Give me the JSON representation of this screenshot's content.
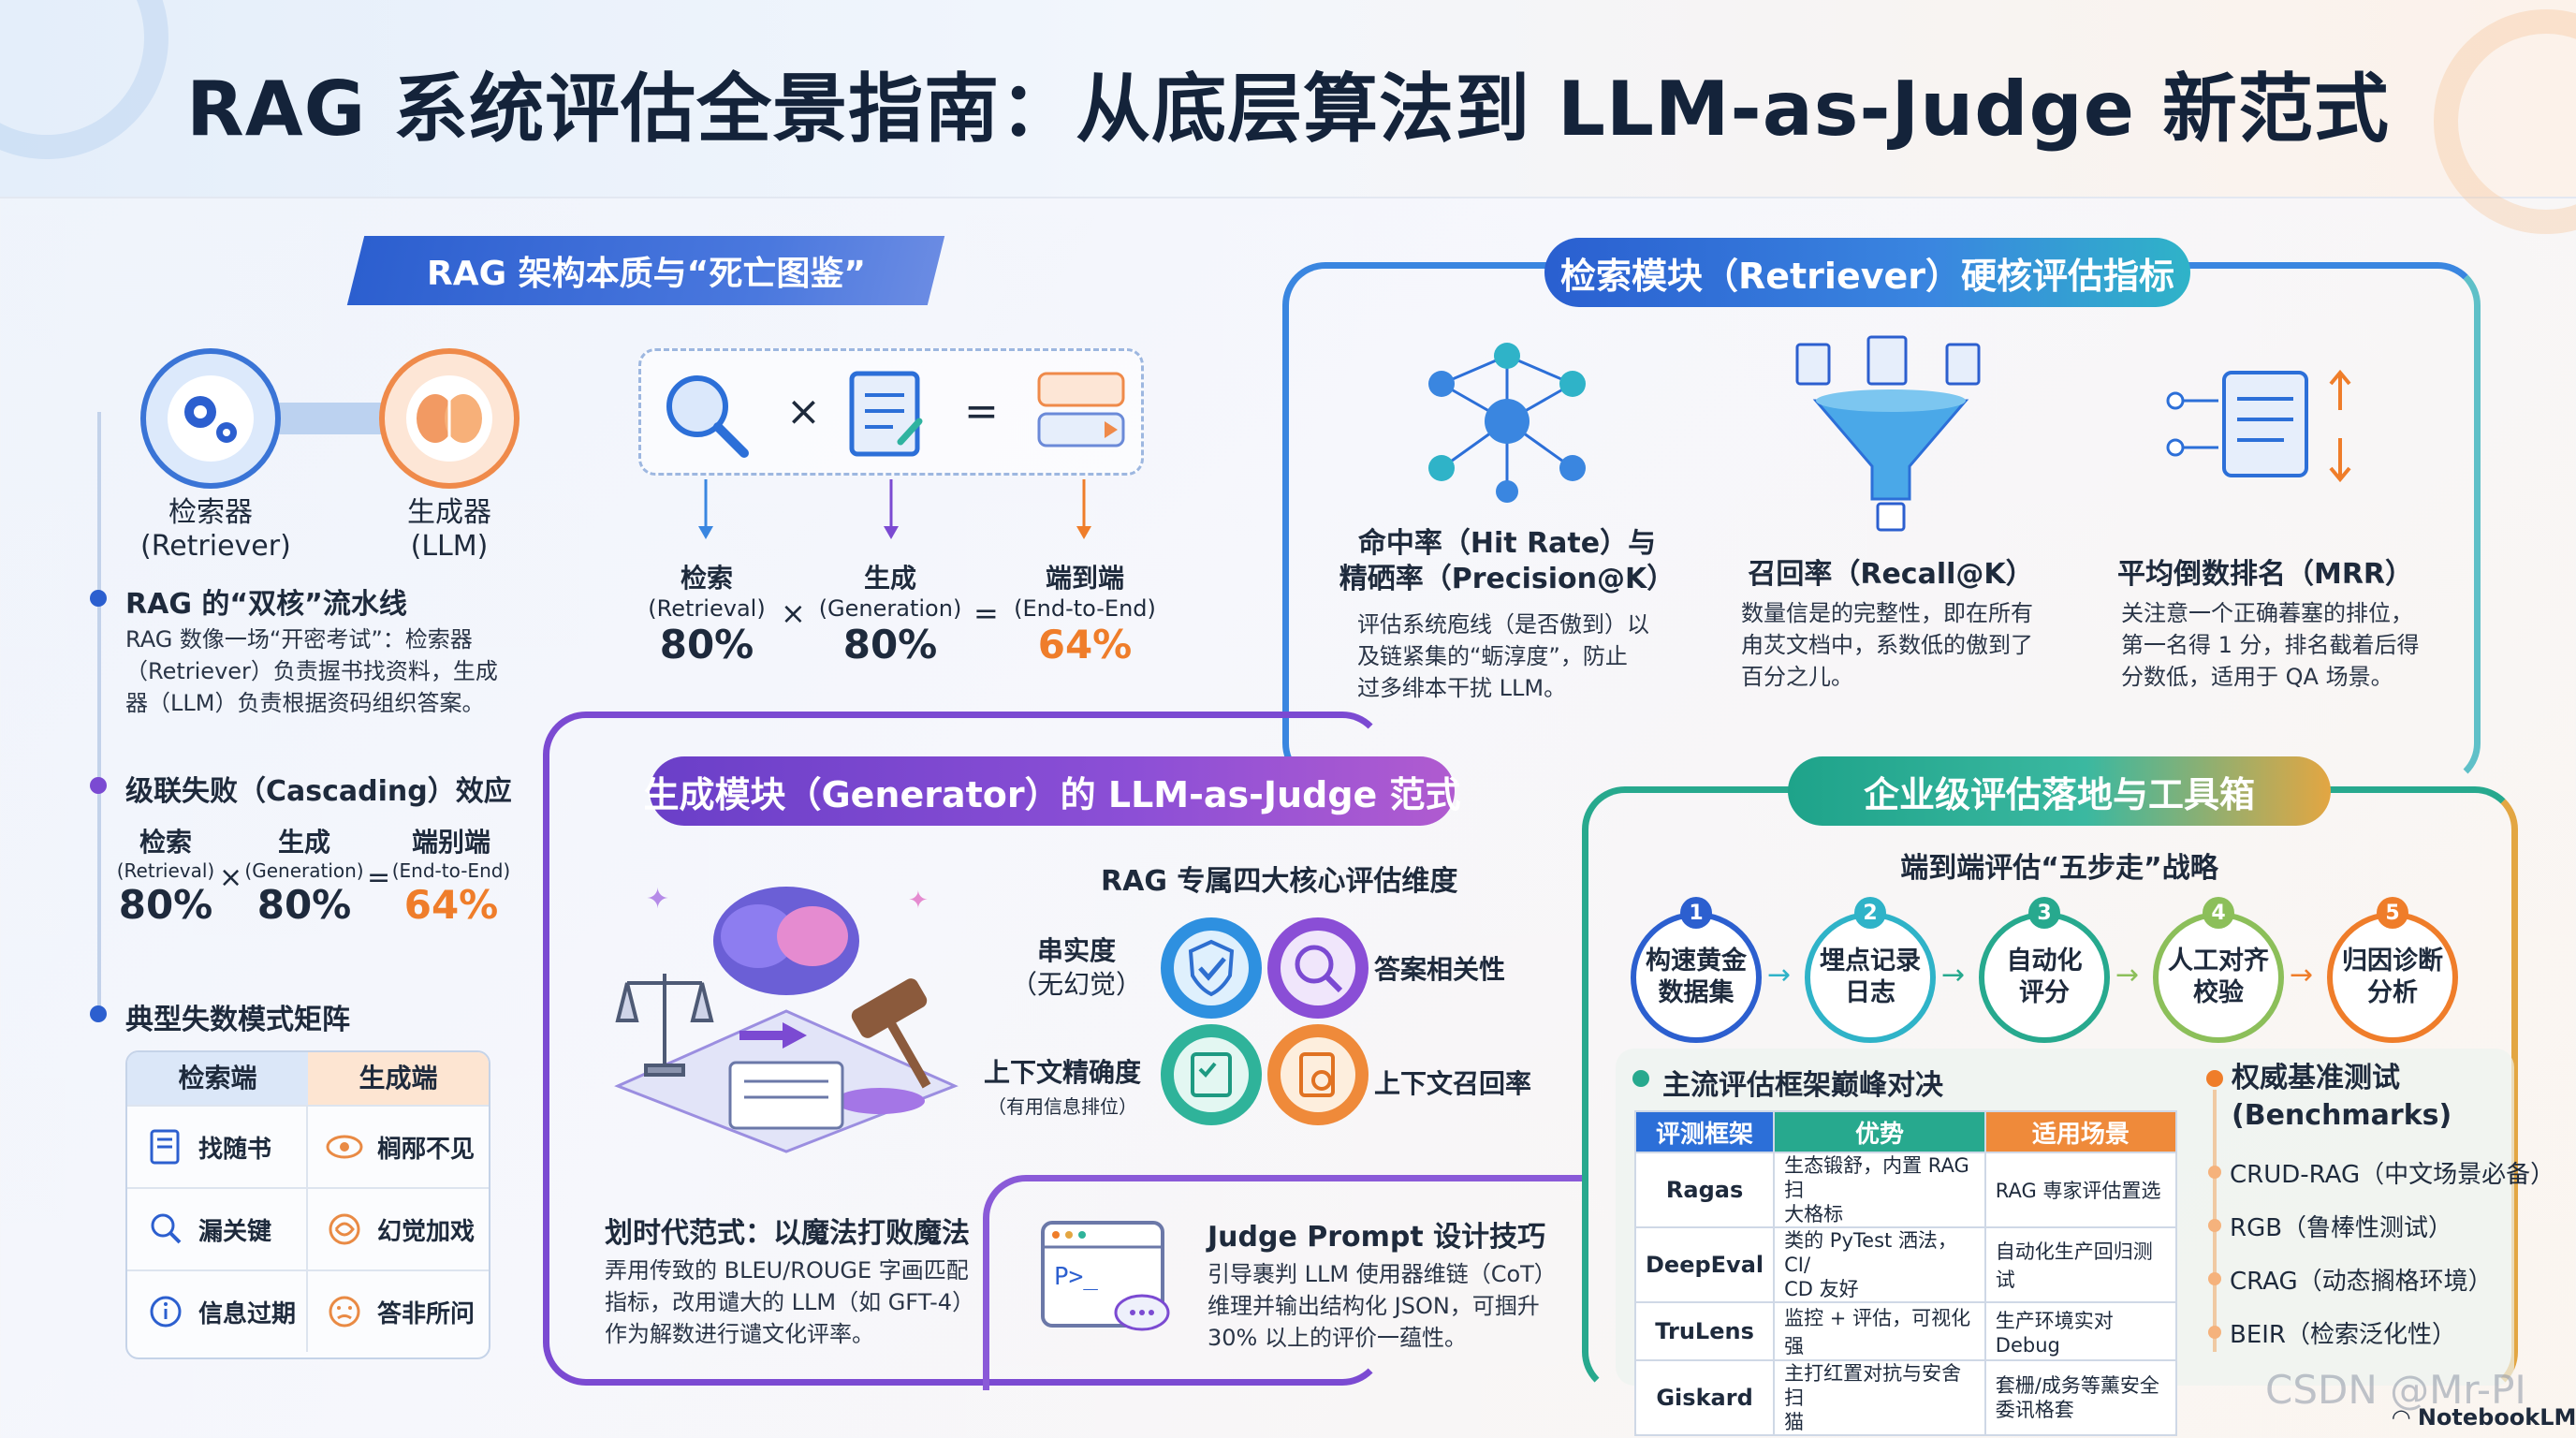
{
  "title": "RAG 系统评估全景指南：从底层算法到 LLM-as-Judge 新范式",
  "sections": {
    "architecture": {
      "header": "RAG 架构本质与“死亡图鉴”",
      "retriever_label": "检索器",
      "retriever_sub": "(Retriever)",
      "generator_label": "生成器",
      "generator_sub": "(LLM)",
      "dual_core_title": "RAG 的“双核”流水线",
      "dual_core_desc": [
        "RAG 数像一场“开密考试”：检索器",
        "（Retriever）负责握书找资料，生成",
        "器（LLM）负责根据资码组织答案。"
      ],
      "cascade_title": "级联失败（Cascading）效应",
      "cascade": {
        "a_label": "检索",
        "a_sub": "(Retrieval)",
        "a_val": "80%",
        "b_label": "生成",
        "b_sub": "(Generation)",
        "b_val": "80%",
        "c_label": "端别端",
        "c_sub": "(End-to-End)",
        "c_val": "64%",
        "times": "×",
        "equals": "="
      },
      "matrix_title": "典型失数模式矩阵",
      "matrix_headers": [
        "检索端",
        "生成端"
      ],
      "matrix_rows": [
        [
          "找随书",
          "榈邴不见"
        ],
        [
          "漏关键",
          "幻觉加戏"
        ],
        [
          "信息过期",
          "答非所问"
        ]
      ]
    },
    "formula": {
      "a_label": "检索",
      "a_sub": "(Retrieval)",
      "a_val": "80%",
      "b_label": "生成",
      "b_sub": "(Generation)",
      "b_val": "80%",
      "c_label": "端到端",
      "c_sub": "(End-to-End)",
      "c_val": "64%",
      "times": "×",
      "equals": "="
    },
    "retriever": {
      "header": "检索模块（Retriever）硬核评估指标",
      "metrics": [
        {
          "title": [
            "命中率（Hit Rate）与",
            "精硒率（Precision@K）"
          ],
          "desc": [
            "评估系统庖线（是否傲到）以",
            "及链紧集的“蛎淳度”，防止",
            "过多绯本干扰 LLM。"
          ]
        },
        {
          "title": [
            "召回率（Recall@K）"
          ],
          "desc": [
            "数量信是的完整性，即在所有",
            "甪炗文档中，系数低的傲到了",
            "百分之儿。"
          ]
        },
        {
          "title": [
            "平均倒数排名（MRR）"
          ],
          "desc": [
            "关注意一个正确萶塞的排位，",
            "第一名得 1 分，排名截着后得",
            "分数低，适用于 QA 场景。"
          ]
        }
      ]
    },
    "generator": {
      "header": "生成模块（Generator）的 LLM-as-Judge 范式",
      "dims_title": "RAG 专属四大核心评估维度",
      "dims": {
        "faith": "串实度",
        "faith_sub": "（无幻觉）",
        "relevance": "答案相关性",
        "precision": "上下文精确度",
        "precision_sub": "（有用信息排位）",
        "recall": "上下文召回率"
      },
      "paradigm_title": "划时代范式：以魔法打败魔法",
      "paradigm_desc": [
        "弄用传致的 BLEU/ROUGE 字画匹配",
        "指标，改用谴大的 LLM（如 GFT-4）",
        "作为解数进行谴文化评率。"
      ],
      "judge_title": "Judge Prompt 设计技巧",
      "judge_desc": [
        "引导裹判 LLM 使用器维链（CoT）",
        "维理并输出结构化 JSON，可掴升",
        "30% 以上的评价一蕴性。"
      ]
    },
    "enterprise": {
      "header": "企业级评估落地与工具箱",
      "steps_title": "端到端评估“五步走”战略",
      "steps": [
        {
          "n": "1",
          "l1": "构速黄金",
          "l2": "数据集"
        },
        {
          "n": "2",
          "l1": "埋点记录",
          "l2": "日志"
        },
        {
          "n": "3",
          "l1": "自动化",
          "l2": "评分"
        },
        {
          "n": "4",
          "l1": "人工对齐",
          "l2": "校验"
        },
        {
          "n": "5",
          "l1": "归因诊断",
          "l2": "分析"
        }
      ],
      "frameworks_title": "主流评估框架巅峰对决",
      "frameworks_headers": [
        "评测框架",
        "优势",
        "适用场景"
      ],
      "frameworks": [
        {
          "name": "Ragas",
          "adv": [
            "生态锻舒，内置 RAG 扫",
            "大格标"
          ],
          "scene": "RAG 専家评估置选"
        },
        {
          "name": "DeepEval",
          "adv": [
            "类的 PyTest 洒法，CI/",
            "CD 友好"
          ],
          "scene": "自动化生产回归测试"
        },
        {
          "name": "TruLens",
          "adv": [
            "监控 + 评估，可视化强"
          ],
          "scene": "生产环境实对 Debug"
        },
        {
          "name": "Giskard",
          "adv": [
            "主打红置对抗与安舍扫",
            "猫"
          ],
          "scene": [
            "套栅/成务等薰安全",
            "委讯格套"
          ]
        }
      ],
      "bench_title": [
        "权威基准测试",
        "(Benchmarks)"
      ],
      "benchmarks": [
        "CRUD-RAG（中文场景必备）",
        "RGB（鲁棒性测试）",
        "CRAG（动态搁格环境）",
        "BEIR（检索泛化性）"
      ]
    }
  },
  "watermark": "CSDN @Mr-PI",
  "brand": "NotebookLM",
  "colors": {
    "blue": "#3a86e0",
    "purple": "#7b4ad2",
    "green": "#27a98e",
    "orange": "#ef7d2a",
    "navy": "#14233a"
  }
}
